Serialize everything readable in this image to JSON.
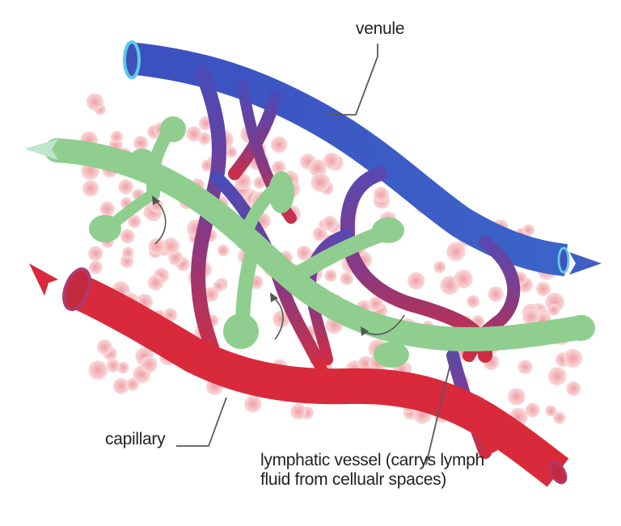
{
  "labels": {
    "venule": "venule",
    "capillary": "capillary",
    "lymphatic_line1": "lymphatic vessel (carrys lymph",
    "lymphatic_line2": "fluid from cellualr spaces)"
  },
  "colors": {
    "venule_blue": "#3f5fc2",
    "venule_lumen": "#5fc8e8",
    "capillary_red": "#d82a3a",
    "capillary_lumen": "#b0396e",
    "mixed_purple": "#7a3c8e",
    "lymph_green": "#8fce8f",
    "lymph_arrow": "#bfe5cf",
    "cell_pink": "#f6c3c5",
    "leader_line": "#5a5a5a"
  }
}
